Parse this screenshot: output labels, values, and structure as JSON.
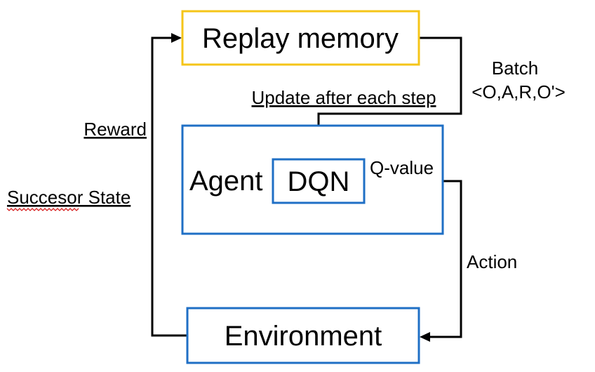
{
  "colors": {
    "memory_border": "#f5c518",
    "box_border": "#1f6fc5",
    "line": "#000000",
    "text": "#000000",
    "spellcheck": "#d62020"
  },
  "nodes": {
    "replay_memory": "Replay memory",
    "agent": "Agent",
    "dqn": "DQN",
    "environment": "Environment"
  },
  "edges": {
    "batch_title": "Batch",
    "batch_tuple": "<O,A,R,O'>",
    "update": "Update after each step",
    "q_value": "Q-value",
    "action": "Action",
    "reward": "Reward",
    "successor_state": "Succesor State"
  }
}
